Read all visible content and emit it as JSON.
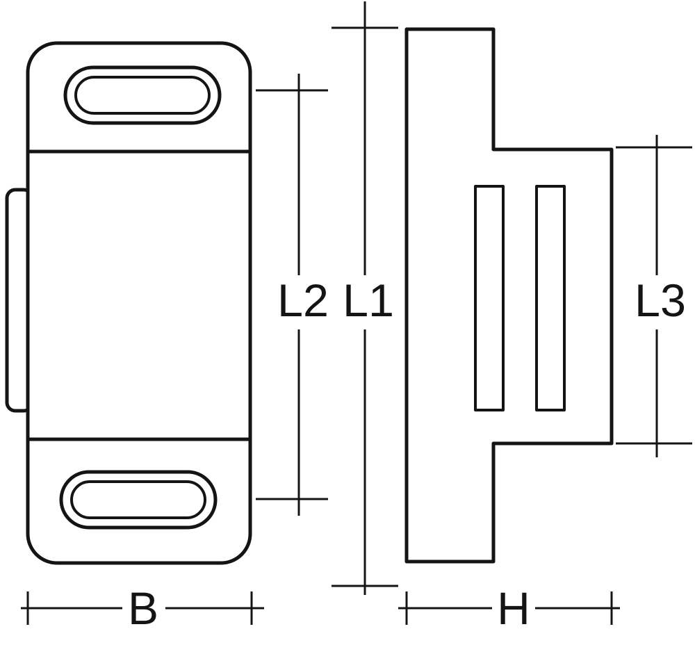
{
  "diagram": {
    "background_color": "#ffffff",
    "line_color": "#141414",
    "labels": {
      "l1": "L1",
      "l2": "L2",
      "l3": "L3",
      "b": "B",
      "h": "H"
    }
  }
}
